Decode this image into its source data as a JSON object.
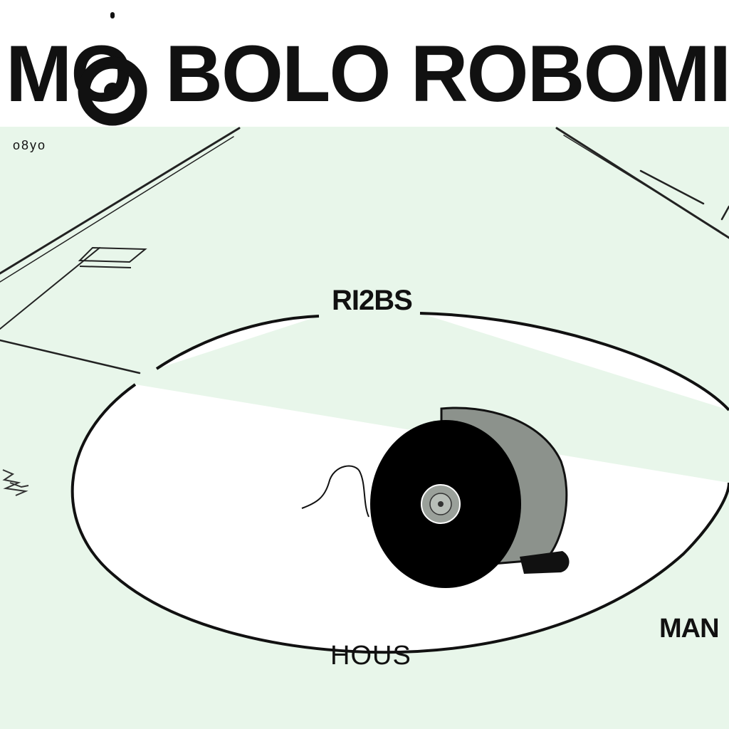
{
  "header": {
    "title_left": "MO",
    "title_right": "BOLO ROBOMI"
  },
  "map": {
    "corner_label": "o8yo",
    "zone_top_label": "RI2BS",
    "zone_bottom_label": "HOUS",
    "zone_right_label": "MAN"
  },
  "colors": {
    "map_background": "#e8f6ea",
    "robot_body": "#000000",
    "robot_shell": "#8c928c",
    "ink": "#111111"
  },
  "icons": {
    "title_target": "target-icon",
    "robot": "robot-vacuum-icon",
    "obstacle": "scribble-icon"
  }
}
